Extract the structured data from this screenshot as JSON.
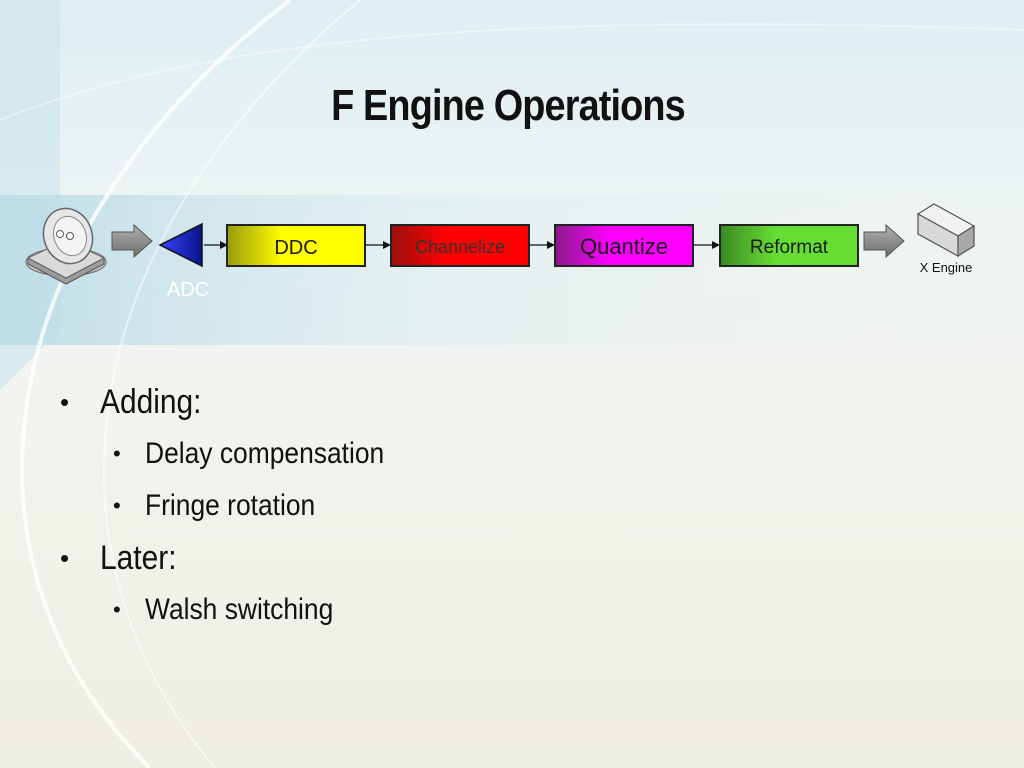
{
  "slide": {
    "title": "F Engine Operations"
  },
  "diagram": {
    "adc_label": "ADC",
    "blocks": [
      {
        "label": "DDC",
        "fill": "#ffff00",
        "gradient_to": "#9a9a10",
        "text_color": "#1a1a1a"
      },
      {
        "label": "Channelize",
        "fill": "#ff0000",
        "gradient_to": "#9a1010",
        "text_color": "#333333"
      },
      {
        "label": "Quantize",
        "fill": "#ff00ff",
        "gradient_to": "#8a1a8a",
        "text_color": "#1a1a1a"
      },
      {
        "label": "Reformat",
        "fill": "#66dd33",
        "gradient_to": "#3a8a22",
        "text_color": "#1a1a1a"
      }
    ],
    "x_engine_label": "X Engine",
    "icons": [
      "satellite-dish-icon",
      "adc-triangle-icon",
      "server-box-icon"
    ]
  },
  "bullets": [
    {
      "text": "Adding:",
      "level": 1
    },
    {
      "text": "Delay compensation",
      "level": 2
    },
    {
      "text": "Fringe rotation",
      "level": 2
    },
    {
      "text": "Later:",
      "level": 1
    },
    {
      "text": "Walsh switching",
      "level": 2
    }
  ],
  "colors": {
    "adc_triangle": "#2233cc",
    "arrow_fill": "#8a8a8a",
    "block_border": "#222222"
  }
}
